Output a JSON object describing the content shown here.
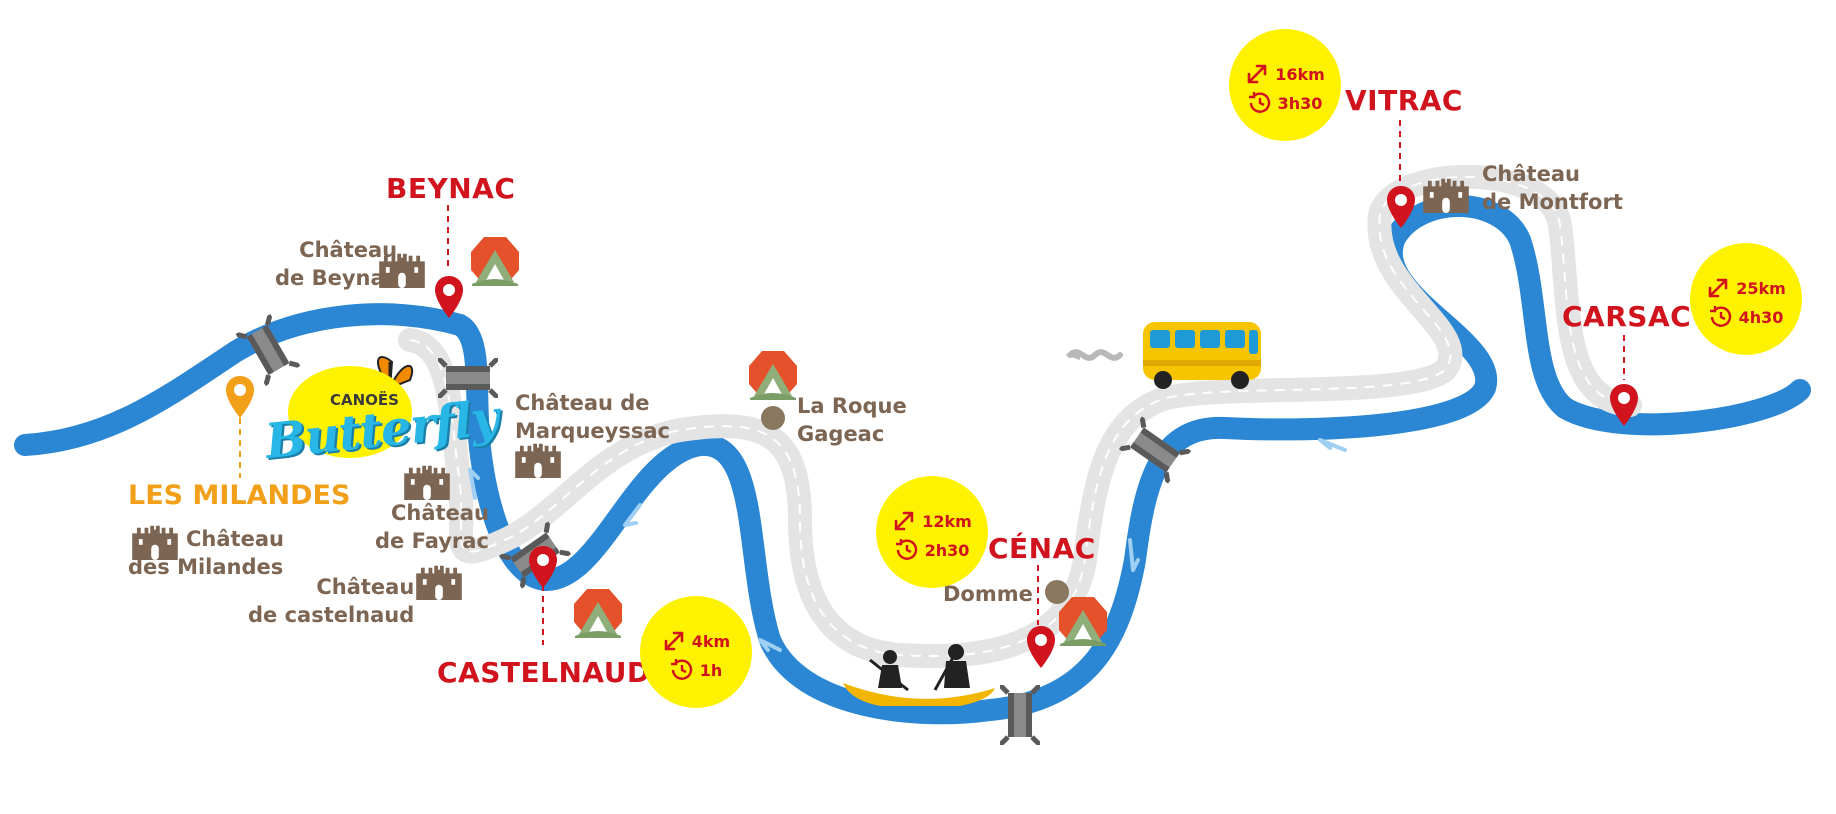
{
  "brand": {
    "top": "CANOËS",
    "script": "Butterfly"
  },
  "towns": {
    "beynac": "BEYNAC",
    "vitrac": "VITRAC",
    "carsac": "CARSAC",
    "cenac": "CÉNAC",
    "castelnaud": "CASTELNAUD",
    "les_milandes": "LES MILANDES"
  },
  "places": {
    "chateau_beynac": [
      "Château",
      "de Beynac"
    ],
    "chateau_marqueyssac": [
      "Château de",
      "Marqueyssac"
    ],
    "la_roque_gageac": [
      "La Roque",
      "Gageac"
    ],
    "chateau_montfort": [
      "Château",
      "de Montfort"
    ],
    "chateau_fayrac": [
      "Château",
      "de Fayrac"
    ],
    "chateau_milandes": [
      "Château",
      "des Milandes"
    ],
    "chateau_castelnaud": [
      "Château",
      "de castelnaud"
    ],
    "domme": "Domme"
  },
  "routes": [
    {
      "id": "vitrac",
      "distance": "16km",
      "duration": "3h30"
    },
    {
      "id": "carsac",
      "distance": "25km",
      "duration": "4h30"
    },
    {
      "id": "cenac",
      "distance": "12km",
      "duration": "2h30"
    },
    {
      "id": "castelnaud",
      "distance": "4km",
      "duration": "1h"
    }
  ],
  "colors": {
    "river": "#2b87d3",
    "road": "#e4e4e4",
    "town_label": "#d0131c",
    "start_label": "#f29f1a",
    "place_label": "#7c6552",
    "badge": "#fff200",
    "bus": "#f7c400",
    "canoe": "#f2b600",
    "campsite": "#e5512b"
  },
  "icons": [
    "map-pin-icon",
    "castle-icon",
    "campsite-icon",
    "bridge-icon",
    "bus-icon",
    "canoe-icon",
    "distance-arrow-icon",
    "clock-icon",
    "butterfly-icon",
    "current-arrow-icon"
  ]
}
